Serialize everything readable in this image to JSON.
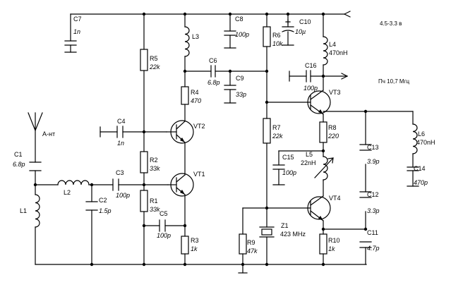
{
  "supply": "4.5-3.3 в",
  "output": "Пч 10,7 Мгц",
  "antenna": "А-нт",
  "components": {
    "C1": {
      "ref": "C1",
      "value": "6.8p"
    },
    "L1": {
      "ref": "L1"
    },
    "L2": {
      "ref": "L2"
    },
    "C2": {
      "ref": "C2",
      "value": "1.5p"
    },
    "C3": {
      "ref": "C3",
      "value": "100p"
    },
    "C4": {
      "ref": "C4",
      "value": "1n"
    },
    "C5": {
      "ref": "C5",
      "value": "100p"
    },
    "C6": {
      "ref": "C6",
      "value": "6.8p"
    },
    "C7": {
      "ref": "C7",
      "value": "1n"
    },
    "C8": {
      "ref": "C8",
      "value": "100p"
    },
    "C9": {
      "ref": "C9",
      "value": "33p"
    },
    "C10": {
      "ref": "C10",
      "value": "10µ"
    },
    "C11": {
      "ref": "C11",
      "value": "4.7p"
    },
    "C12": {
      "ref": "C12",
      "value": "3.3p"
    },
    "C13": {
      "ref": "C13",
      "value": "3.9p"
    },
    "C14": {
      "ref": "C14",
      "value": "470p"
    },
    "C15": {
      "ref": "C15",
      "value": "100p"
    },
    "C16": {
      "ref": "C16",
      "value": "100p"
    },
    "R1": {
      "ref": "R1",
      "value": "33k"
    },
    "R2": {
      "ref": "R2",
      "value": "33k"
    },
    "R3": {
      "ref": "R3",
      "value": "1k"
    },
    "R4": {
      "ref": "R4",
      "value": "470"
    },
    "R5": {
      "ref": "R5",
      "value": "22k"
    },
    "R6": {
      "ref": "R6",
      "value": "10k"
    },
    "R7": {
      "ref": "R7",
      "value": "22k"
    },
    "R8": {
      "ref": "R8",
      "value": "220"
    },
    "R9": {
      "ref": "R9",
      "value": "47k"
    },
    "R10": {
      "ref": "R10",
      "value": "1k"
    },
    "L3": {
      "ref": "L3"
    },
    "L4": {
      "ref": "L4",
      "value": "470nH"
    },
    "L5": {
      "ref": "L5",
      "value": "22nH"
    },
    "L6": {
      "ref": "L6",
      "value": "470nH"
    },
    "Z1": {
      "ref": "Z1",
      "value": "423 MHz"
    },
    "VT1": {
      "ref": "VT1"
    },
    "VT2": {
      "ref": "VT2"
    },
    "VT3": {
      "ref": "VT3"
    },
    "VT4": {
      "ref": "VT4"
    }
  }
}
